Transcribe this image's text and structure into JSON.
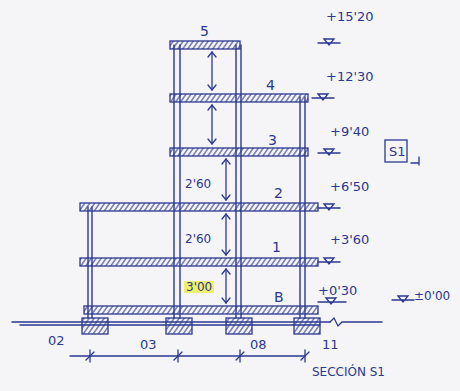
{
  "diagram": {
    "labels": [
      "+15'20",
      "5",
      "+12'30",
      "4",
      "+9'40",
      "3",
      "S1",
      "2'60",
      "2",
      "+6'50",
      "2'60",
      "1",
      "+3'60",
      "+0'30",
      "3'00",
      "B",
      "±0'00",
      "02",
      "03",
      "08",
      "11",
      "SECCIÓN S1"
    ]
  }
}
